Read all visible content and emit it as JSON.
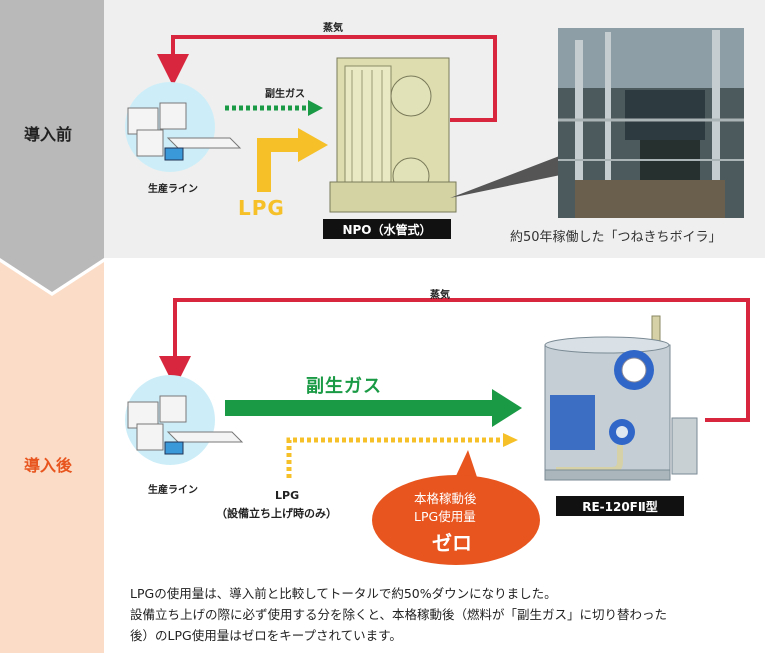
{
  "before": {
    "label": "導入前",
    "steam_label": "蒸気",
    "byproduct_gas_label": "副生ガス",
    "production_line_label": "生産ライン",
    "lpg_label": "LPG",
    "boiler_model": "NPO（水管式）",
    "photo_caption": "約50年稼働した「つねきちボイラ」"
  },
  "after": {
    "label": "導入後",
    "steam_label": "蒸気",
    "byproduct_gas_label": "副生ガス",
    "production_line_label": "生産ライン",
    "lpg_label": "LPG",
    "lpg_note": "（設備立ち上げ時のみ）",
    "boiler_model": "RE-120FⅡ型",
    "bubble": {
      "line1": "本格稼動後",
      "line2": "LPG使用量",
      "line3": "ゼロ"
    }
  },
  "footnote": [
    "LPGの使用量は、導入前と比較してトータルで約50%ダウンになりました。",
    "設備立ち上げの際に必ず使用する分を除くと、本格稼動後（燃料が「副生ガス」に切り替わった",
    "後）のLPG使用量はゼロをキープされています。"
  ],
  "colors": {
    "before_band": "#b9b9b9",
    "before_bg": "#efefef",
    "after_band": "#fbdcc6",
    "after_label": "#e8551e",
    "steam_red": "#d7263d",
    "gas_green": "#1a9a45",
    "lpg_yellow": "#f5c028",
    "bubble_orange": "#e8551e"
  }
}
